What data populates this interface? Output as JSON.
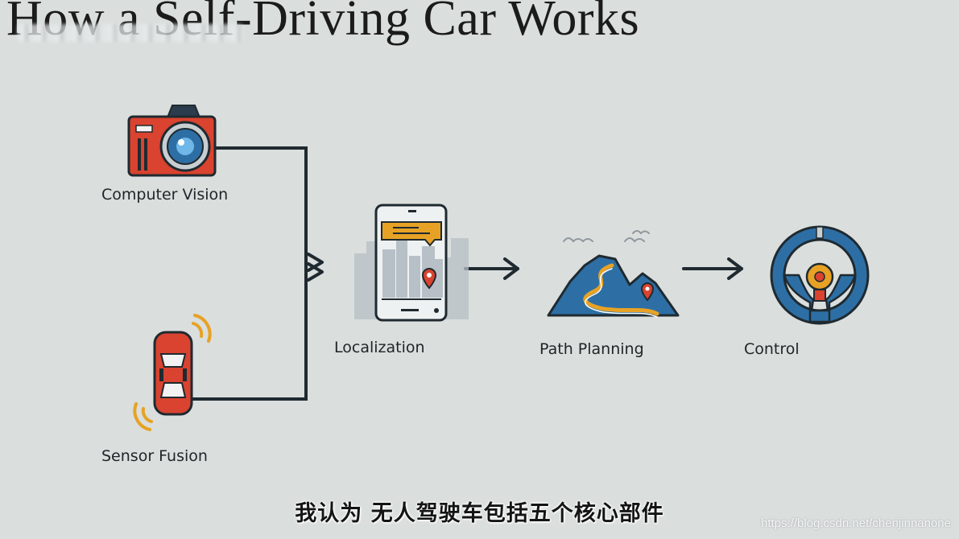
{
  "title": "How a Self-Driving Car Works",
  "nodes": {
    "computer_vision": "Computer Vision",
    "sensor_fusion": "Sensor Fusion",
    "localization": "Localization",
    "path_planning": "Path Planning",
    "control": "Control"
  },
  "subtitle": "我认为 无人驾驶车包括五个核心部件",
  "watermark": "https://blog.csdn.net/chenjinnanone",
  "icons": {
    "computer_vision": "camera-icon",
    "sensor_fusion": "car-sensor-icon",
    "localization": "phone-map-icon",
    "path_planning": "mountain-route-icon",
    "control": "steering-wheel-icon"
  },
  "colors": {
    "background": "#dadedd",
    "arrow": "#1f2a30",
    "red": "#d9432f",
    "blue": "#2d6fa5",
    "orange": "#e7a225"
  }
}
